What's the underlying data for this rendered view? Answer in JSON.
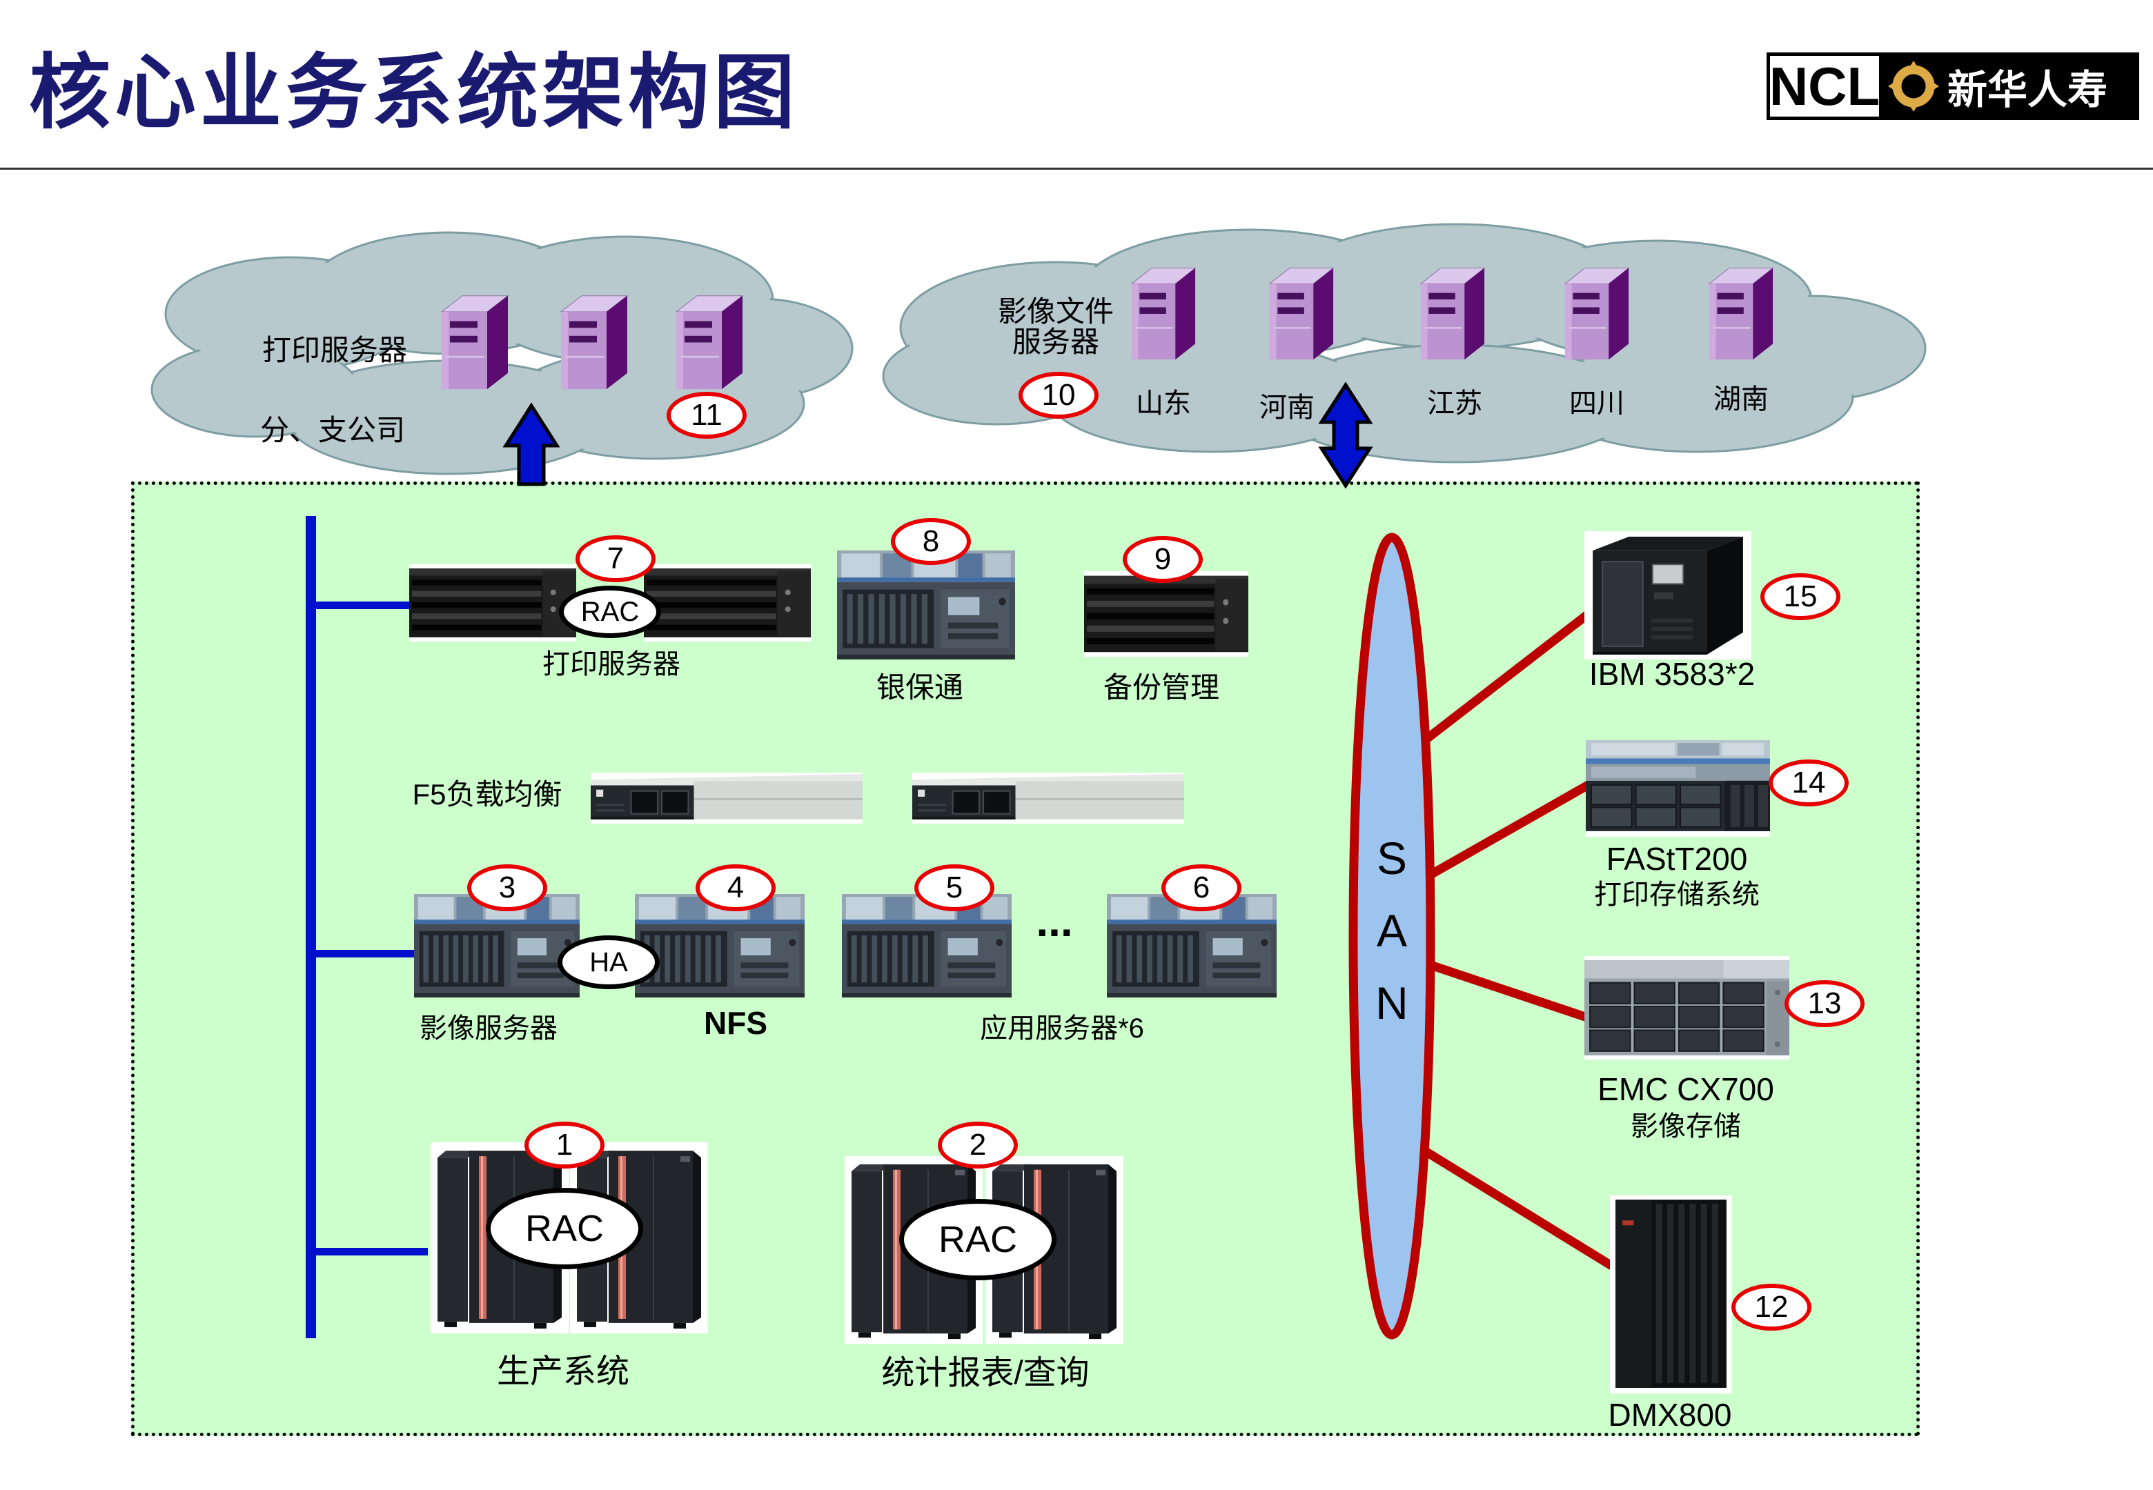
{
  "header": {
    "title": "核心业务系统架构图"
  },
  "logo": {
    "ncl": "NCL",
    "brand": "新华人寿"
  },
  "cloud_print": {
    "label": "打印服务器",
    "sublabel": "分、支公司",
    "badge": "11"
  },
  "cloud_image": {
    "label_line1": "影像文件",
    "label_line2": "服务器",
    "badge": "10",
    "provinces": [
      "山东",
      "河南",
      "江苏",
      "四川",
      "湖南"
    ]
  },
  "items": {
    "production": {
      "badge": "1",
      "link": "RAC",
      "label": "生产系统"
    },
    "report": {
      "badge": "2",
      "link": "RAC",
      "label": "统计报表/查询"
    },
    "image_server": {
      "badge": "3",
      "label": "影像服务器"
    },
    "nfs": {
      "badge": "4",
      "link": "HA",
      "label": "NFS"
    },
    "app_server": {
      "badge_a": "5",
      "badge_b": "6",
      "ellipsis": "...",
      "label": "应用服务器*6"
    },
    "print_server": {
      "badge": "7",
      "link": "RAC",
      "label": "打印服务器"
    },
    "yinbaotong": {
      "badge": "8",
      "label": "银保通"
    },
    "backup": {
      "badge": "9",
      "label": "备份管理"
    },
    "f5": {
      "label": "F5负载均衡"
    }
  },
  "san": {
    "letters": [
      "S",
      "A",
      "N"
    ]
  },
  "storage": [
    {
      "badge": "12",
      "label": "DMX800"
    },
    {
      "badge": "13",
      "label": "EMC CX700",
      "sublabel": "影像存储"
    },
    {
      "badge": "14",
      "label": "FAStT200",
      "sublabel": "打印存储系统"
    },
    {
      "badge": "15",
      "label": "IBM 3583*2"
    }
  ],
  "colors": {
    "accent_blue": "#0010cc",
    "line_red": "#bb0000",
    "box_green": "#ccffcc",
    "san_fill": "#9cc4ef",
    "cloud_fill": "#b7c9cd",
    "title_navy": "#1a1a70",
    "logo_gold": "#ddab45"
  }
}
